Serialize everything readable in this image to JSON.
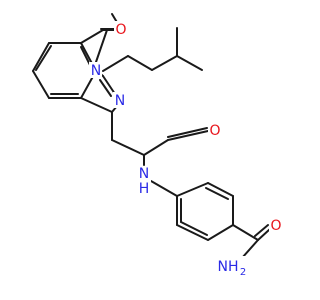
{
  "molecule": {
    "atoms": {
      "o_ketone": {
        "text": "O",
        "color": "#e8141b"
      },
      "n_ring": {
        "text": "N",
        "color": "#2a2ae6"
      },
      "n_ring2": {
        "text": "N",
        "color": "#2a2ae6"
      },
      "o_amide": {
        "text": "O",
        "color": "#e8141b"
      },
      "n_amide": {
        "text": "N",
        "color": "#2a2ae6"
      },
      "h_amide": {
        "text": "H",
        "color": "#2a2ae6"
      },
      "o_carboxamide": {
        "text": "O",
        "color": "#e8141b"
      },
      "nh2": {
        "text": "NH",
        "color": "#2a2ae6"
      },
      "nh2_sub": {
        "text": "2",
        "color": "#2a2ae6"
      }
    },
    "bond_color": "#1a1a1a"
  }
}
